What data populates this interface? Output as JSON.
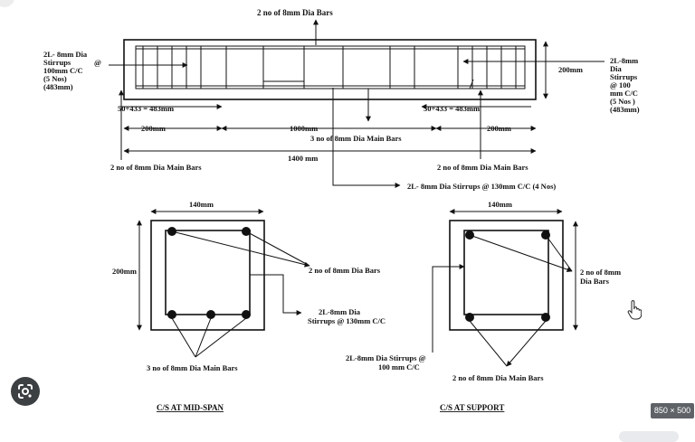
{
  "diagram": {
    "longitudinal": {
      "top_bars": "2 no of 8mm Dia Bars",
      "left_stirrups": [
        "2L- 8mm Dia",
        "Stirrups",
        "@",
        "100mm C/C",
        "(5 Nos)",
        "(483mm)"
      ],
      "right_stirrups": [
        "2L-8mm",
        "Dia",
        "Stirrups",
        "@ 100",
        "mm C/C",
        "(5 Nos )",
        "(483mm)"
      ],
      "depth": "200mm",
      "left_zone": "50+433 = 483mm",
      "right_zone": "50+433 = 483mm",
      "left_support": "200mm",
      "right_support": "200mm",
      "clear_span": "1000mm",
      "main_bars_mid": "3 no of 8mm Dia Main Bars",
      "total_length": "1400 mm",
      "left_main_bars": "2 no of 8mm Dia Main Bars",
      "right_main_bars": "2 no of 8mm Dia Main Bars",
      "mid_stirrups": "2L- 8mm Dia Stirrups @ 130mm C/C (4 Nos)"
    },
    "midspan_section": {
      "width": "140mm",
      "depth": "200mm",
      "top_bars": "2 no of 8mm Dia Bars",
      "stirrups": [
        "2L-8mm Dia",
        "Stirrups @ 130mm C/C"
      ],
      "bottom_bars": "3 no of 8mm Dia Main Bars",
      "title": "C/S AT MID-SPAN"
    },
    "support_section": {
      "width": "140mm",
      "top_bars": [
        "2 no of 8mm",
        "Dia Bars"
      ],
      "stirrups": [
        "2L-8mm Dia Stirrups @",
        "100 mm C/C"
      ],
      "bottom_bars": "2 no of 8mm Dia Main Bars",
      "title": "C/S AT SUPPORT"
    }
  },
  "image_size_badge": "850 × 500",
  "icons": {
    "lens": "google-lens-icon",
    "cursor": "hand-pointer-icon"
  }
}
